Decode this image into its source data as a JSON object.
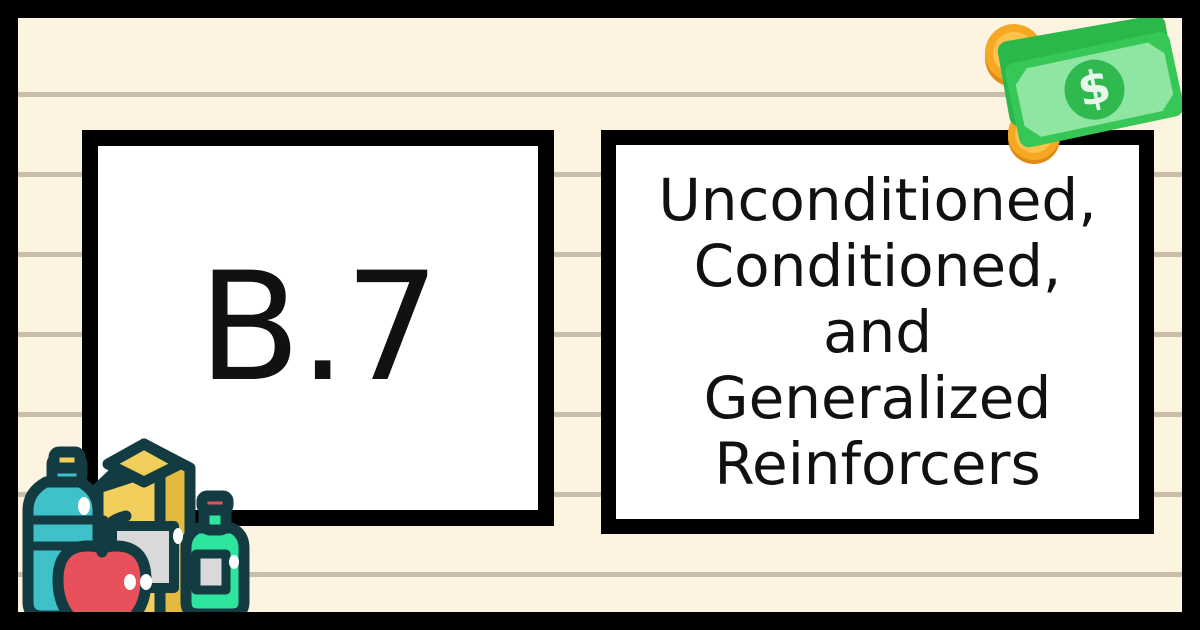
{
  "slide": {
    "frame_color": "#000000",
    "paper_color": "#FDF3E1",
    "rule_color": "#C7BDA8",
    "card_border_color": "#000000",
    "card_fill_color": "#FFFFFF",
    "text_color": "#111111"
  },
  "code_card": {
    "label": "B.7"
  },
  "title_card": {
    "lines": [
      "Unconditioned,",
      "Conditioned, and",
      "Generalized",
      "Reinforcers"
    ],
    "full_text": "Unconditioned, Conditioned, and Generalized Reinforcers"
  },
  "decorations": {
    "money": {
      "name": "money-illustration",
      "bill_color": "#3ACF5C",
      "bill_light_color": "#8BE39C",
      "coin_color": "#F5A623",
      "coin_light_color": "#FFC24D",
      "symbol": "$",
      "coin_count": 3,
      "bill_count": 2
    },
    "groceries": {
      "name": "groceries-illustration",
      "items": [
        {
          "name": "water-bottle",
          "color": "#3FC1C9"
        },
        {
          "name": "milk-carton",
          "color": "#E8C353"
        },
        {
          "name": "apple",
          "color": "#E8505B"
        },
        {
          "name": "green-jug",
          "color": "#2EE59D"
        }
      ],
      "outline_color": "#123B42"
    }
  }
}
